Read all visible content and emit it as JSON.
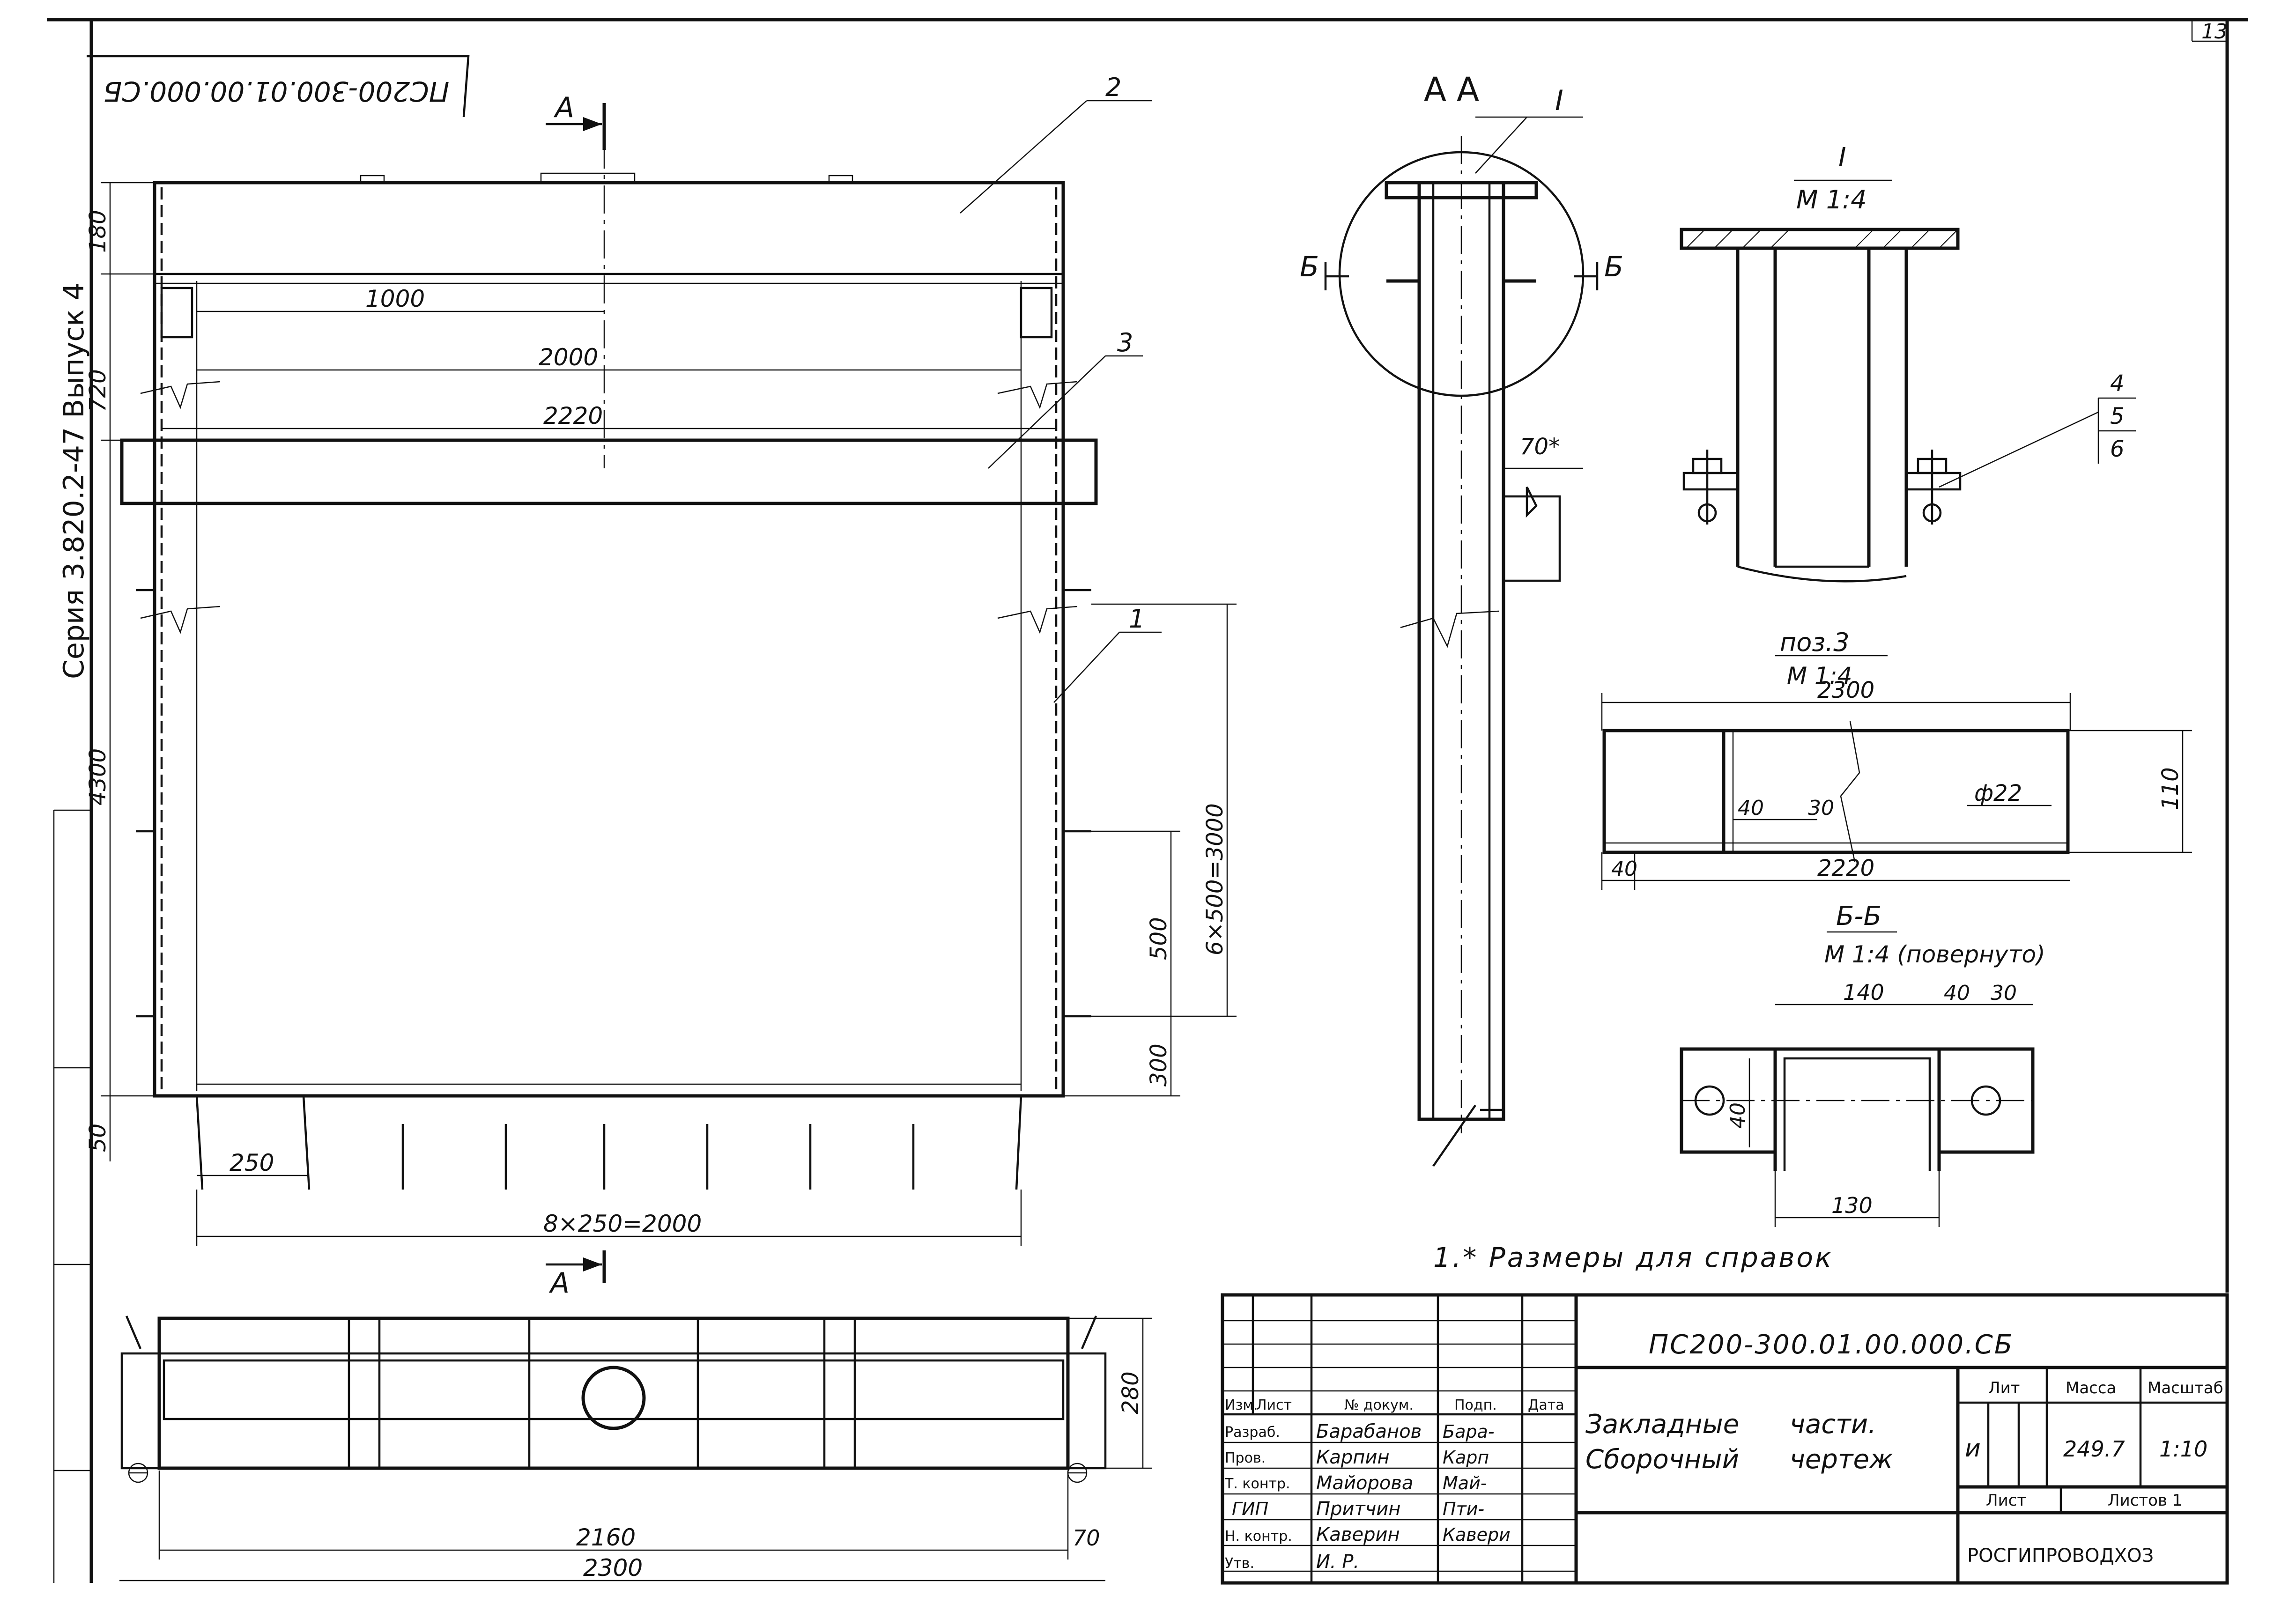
{
  "sheet": {
    "page_number": "13",
    "series_label": "Серия 3.820.2-47 Выпуск 4",
    "mirrored_code": "ПС200-300.01.00.000.СБ",
    "note": "1.* Размеры для справок"
  },
  "main_view": {
    "section_mark": "А",
    "positions": [
      "1",
      "2",
      "3"
    ],
    "dims": {
      "d1000": "1000",
      "d2000": "2000",
      "d2220": "2220",
      "d250": "250",
      "d8x250": "8×250=2000",
      "d180": "180",
      "d720": "720",
      "d4300": "4300",
      "d50": "50",
      "d300": "300",
      "d500": "500",
      "d6x500": "6×500=3000"
    }
  },
  "plan_view": {
    "dims": {
      "d2160": "2160",
      "d2300": "2300",
      "d70": "70",
      "d280": "280"
    }
  },
  "section_aa": {
    "title": "А А",
    "node_mark": "I",
    "cut_mark": "Б",
    "dim_70": "70*"
  },
  "detail_1": {
    "title": "I",
    "scale": "М 1:4",
    "leaders": [
      "4",
      "5",
      "6"
    ]
  },
  "pos3": {
    "title": "поз.3",
    "scale": "М 1:4",
    "dims": {
      "d2300": "2300",
      "d2220": "2220",
      "d110": "110",
      "d40a": "40",
      "d30": "30",
      "d40b": "40",
      "phi22": "ф22"
    }
  },
  "section_bb": {
    "title": "Б-Б",
    "scale": "М 1:4 (повернуто)",
    "dims": {
      "d140": "140",
      "d40": "40",
      "d30": "30",
      "d40v": "40",
      "d130": "130"
    }
  },
  "title_block": {
    "doc_code": "ПС200-300.01.00.000.СБ",
    "name_line1": "Закладные части.",
    "name_line2": "Сборочный чертеж",
    "lit_header": "Лит",
    "mass_header": "Масса",
    "scale_header": "Масштаб",
    "lit_value": "и",
    "mass_value": "249.7",
    "scale_value": "1:10",
    "sheet_label": "Лист",
    "sheets_label": "Листов 1",
    "org": "РОСГИПРОВОДХОЗ",
    "col_headers": [
      "Изм.",
      "Лист",
      "№ докум.",
      "Подп.",
      "Дата"
    ],
    "rows": [
      {
        "role": "Разраб.",
        "name": "Барабанов",
        "sign": "Бара-"
      },
      {
        "role": "Пров.",
        "name": "Карпин",
        "sign": "Карп"
      },
      {
        "role": "Т. контр.",
        "name": "Майорова",
        "sign": "Май-"
      },
      {
        "role": "ГИП",
        "name": "Притчин",
        "sign": "Пти-"
      },
      {
        "role": "Н. контр.",
        "name": "Каверин",
        "sign": "Кавери"
      },
      {
        "role": "Утв.",
        "name": "И. Р.",
        "sign": ""
      }
    ]
  }
}
